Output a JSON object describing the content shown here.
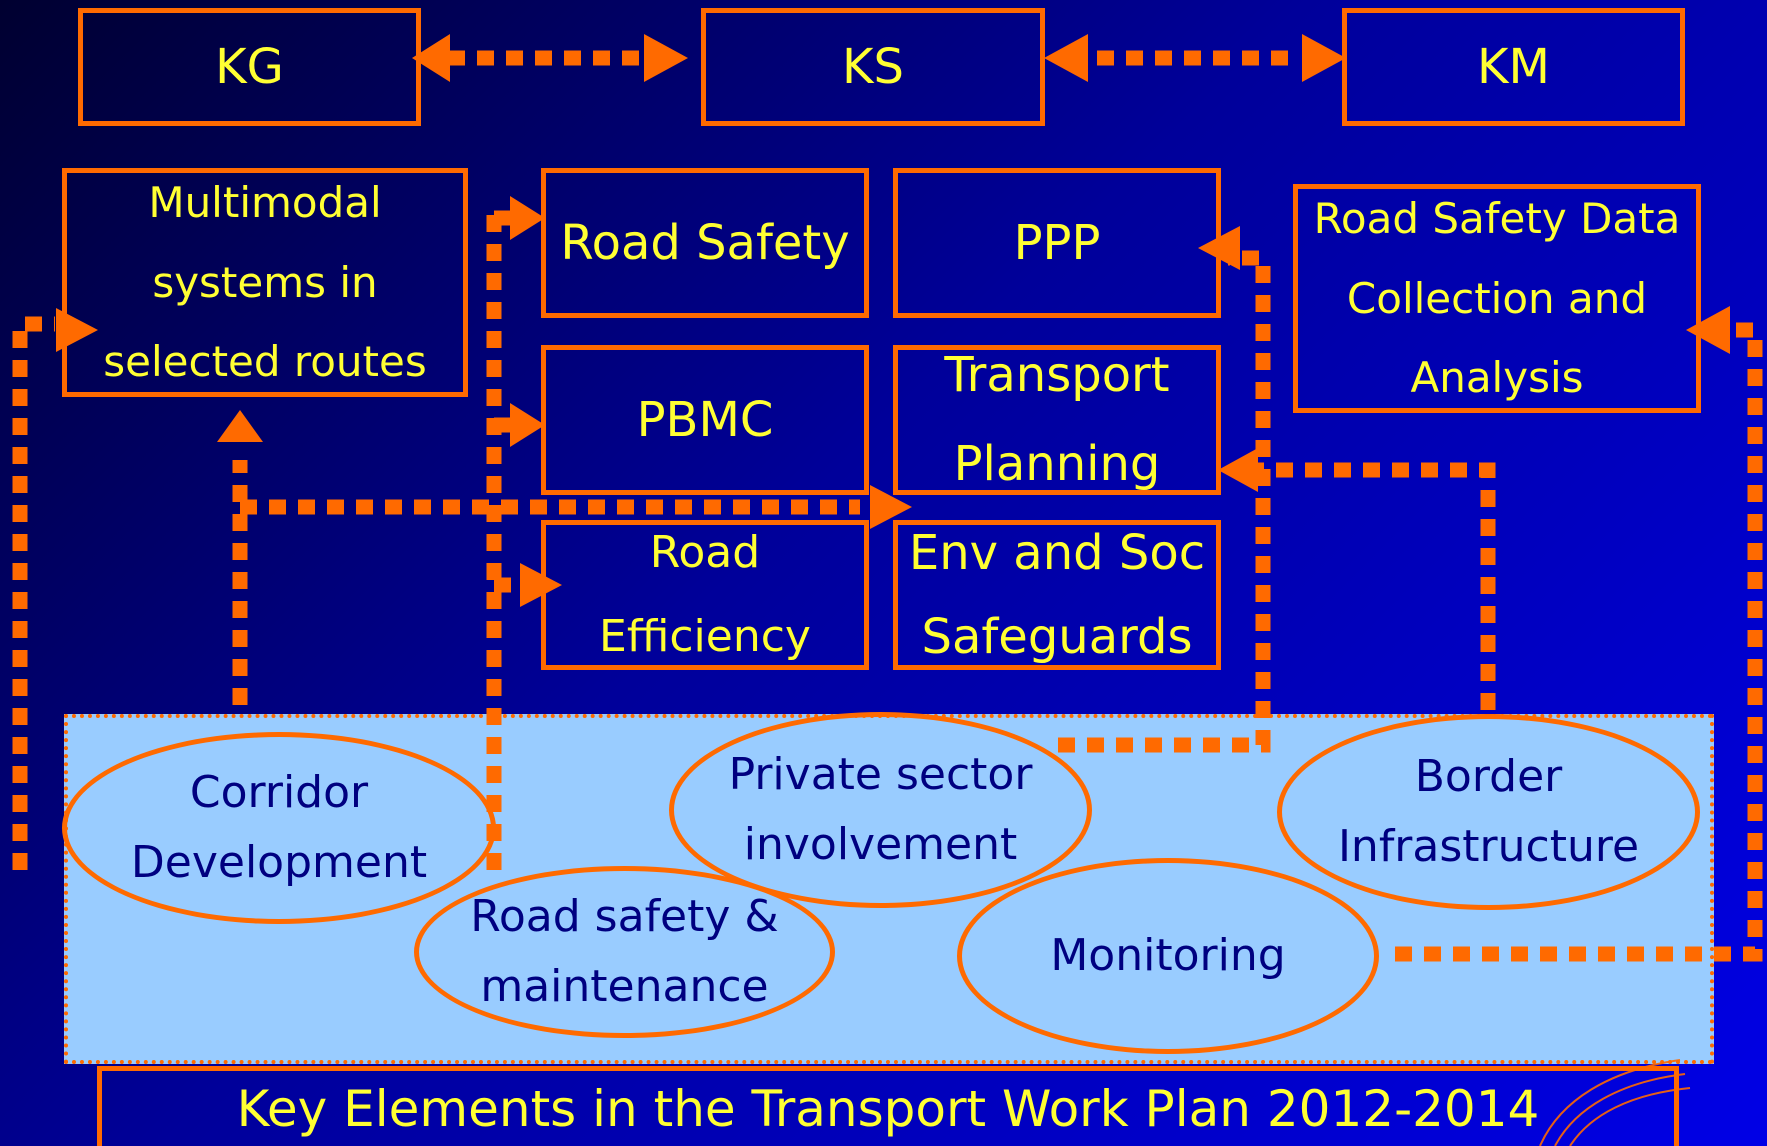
{
  "top_row": {
    "kg": "KG",
    "ks": "KS",
    "km": "KM"
  },
  "boxes": {
    "multimodal": [
      "Multimodal",
      "systems in",
      "selected routes"
    ],
    "road_safety": "Road Safety",
    "ppp": "PPP",
    "road_safety_data": [
      "Road Safety Data",
      "Collection and",
      "Analysis"
    ],
    "pbmc": "PBMC",
    "transport_planning": [
      "Transport",
      "Planning"
    ],
    "road_efficiency": [
      "Road",
      "Efficiency"
    ],
    "env_soc": [
      "Env and Soc",
      "Safeguards"
    ]
  },
  "ovals": {
    "corridor": [
      "Corridor",
      "Development"
    ],
    "private_sector": [
      "Private sector",
      "involvement"
    ],
    "border": [
      "Border",
      "Infrastructure"
    ],
    "road_safety_maintenance": [
      "Road safety &",
      "maintenance"
    ],
    "monitoring": "Monitoring"
  },
  "footer": "Key Elements in the Transport Work Plan 2012-2014",
  "colors": {
    "accent": "#ff6a00",
    "text": "#ffff33",
    "panel": "#99ccff",
    "oval_text": "#000080"
  }
}
